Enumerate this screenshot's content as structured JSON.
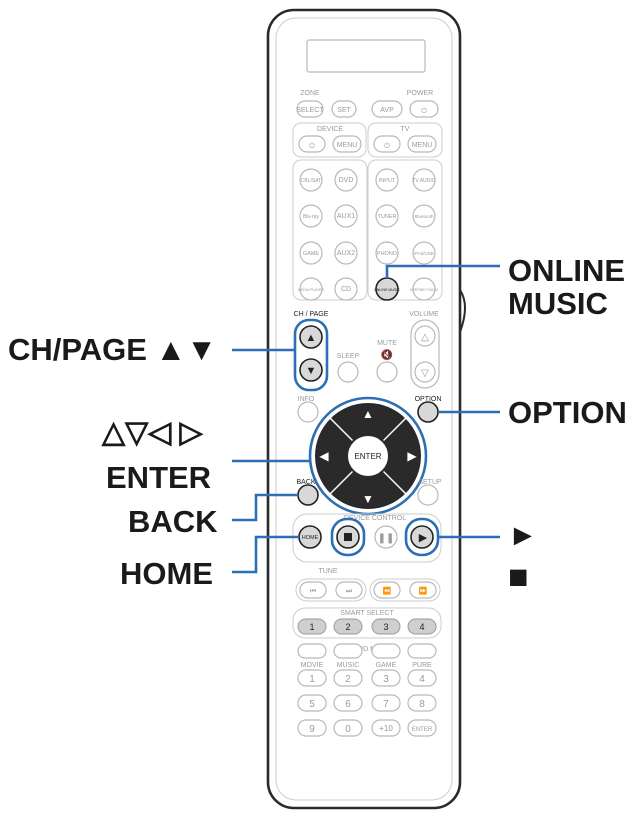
{
  "callouts": {
    "online_music": [
      "ONLINE",
      "MUSIC"
    ],
    "option": "OPTION",
    "ch_page": "CH/PAGE ▲▼",
    "cursor": "△▽◁ ▷",
    "enter": "ENTER",
    "back": "BACK",
    "home": "HOME",
    "play": "►",
    "stop": "■"
  },
  "remote_labels": {
    "zone": "ZONE",
    "power": "POWER",
    "select": "SELECT",
    "set": "SET",
    "avp": "AVP",
    "device": "DEVICE",
    "tv": "TV",
    "menu": "MENU",
    "cbl_sat": "CBL/SAT",
    "dvd": "DVD",
    "input": "INPUT",
    "tv_audio": "TV AUDIO",
    "bluray": "Blu-ray",
    "aux1": "AUX1",
    "tuner": "TUNER",
    "bluetooth": "Bluetooth",
    "game": "GAME",
    "aux2": "AUX2",
    "phono": "PHONO",
    "ipod_usb": "iPod/USB",
    "media_player": "MEDIA PLAYER",
    "cd": "CD",
    "online_music": "ONLINE MUSIC",
    "internet_radio": "INTERNET RADIO",
    "ch_page": "CH / PAGE",
    "volume": "VOLUME",
    "sleep": "SLEEP",
    "mute": "MUTE",
    "info": "INFO",
    "option": "OPTION",
    "enter": "ENTER",
    "back": "BACK",
    "setup": "SETUP",
    "home": "HOME",
    "device_control": "DEVICE CONTROL",
    "tune": "TUNE",
    "smart_select": "SMART SELECT",
    "sound_mode": "SOUND MODE",
    "movie": "MOVIE",
    "music": "MUSIC",
    "game_mode": "GAME",
    "pure": "PURE",
    "smart_numbers": [
      "1",
      "2",
      "3",
      "4"
    ],
    "digits_row1": [
      "1",
      "2",
      "3",
      "4"
    ],
    "digits_row2": [
      "5",
      "6",
      "7",
      "8"
    ],
    "digits_row3": [
      "9",
      "0",
      "+10",
      "ENTER"
    ]
  },
  "colors": {
    "accent": "#2d6fb4",
    "text": "#1a1a1a",
    "outline": "#b9b9b9",
    "highlight_fill": "#d8d8d8",
    "dpad": "#2a2a2a"
  }
}
